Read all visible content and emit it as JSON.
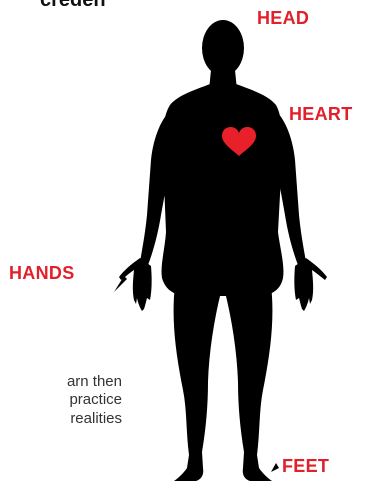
{
  "partial_heading": "creden",
  "labels": {
    "head": "HEAD",
    "heart": "HEART",
    "hands": "HANDS",
    "feet": "FEET"
  },
  "body_text": {
    "line1": "arn  then",
    "line2": "practice",
    "line3": "realities"
  },
  "colors": {
    "label": "#e0202b",
    "heart": "#e8202a",
    "silhouette": "#000000"
  }
}
